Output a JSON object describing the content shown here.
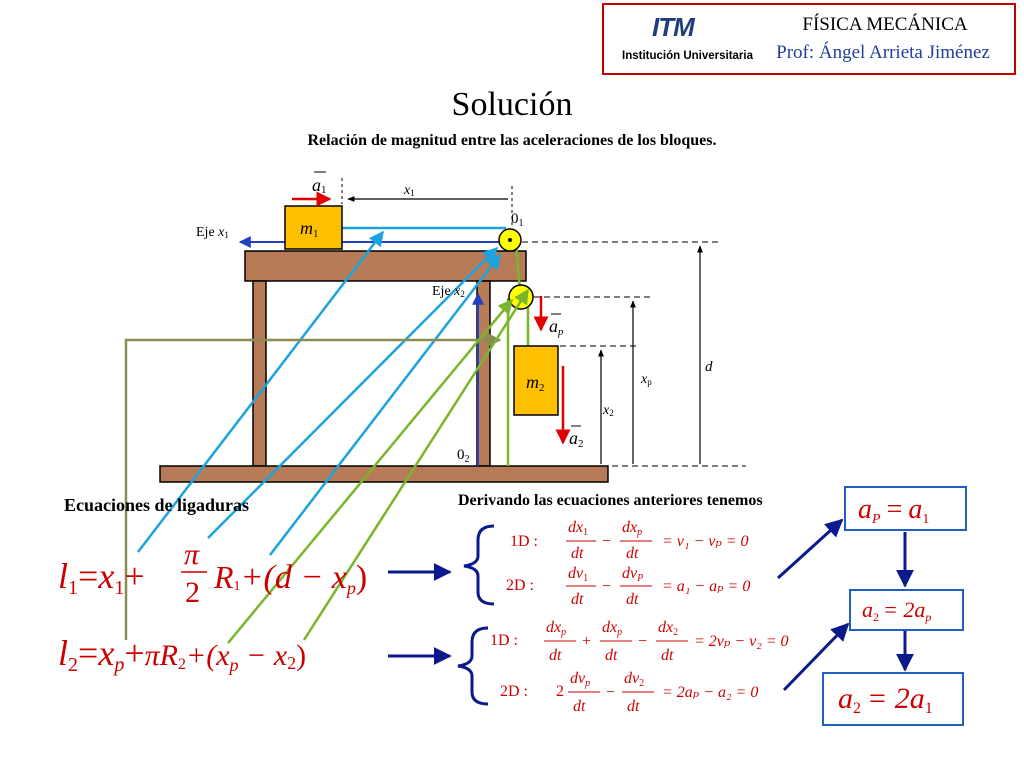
{
  "header": {
    "logo_mark": "ITM",
    "logo_text": "Institución Universitaria",
    "course": "FÍSICA MECÁNICA",
    "professor": "Prof: Ángel Arrieta Jiménez"
  },
  "title": "Solución",
  "subtitle": "Relación de magnitud entre las aceleraciones de los bloques.",
  "diagram": {
    "a1": "a",
    "a1_sub": "1",
    "x1": "x",
    "x1_sub": "1",
    "m1": "m",
    "m1_sub": "1",
    "o1": "0",
    "o1_sub": "1",
    "eje_x1": "Eje",
    "eje_x1_var": "x",
    "eje_x1_sub": "1",
    "eje_x2": "Eje",
    "eje_x2_var": "x",
    "eje_x2_sub": "2",
    "ap": "a",
    "ap_sub": "p",
    "m2": "m",
    "m2_sub": "2",
    "xp": "x",
    "xp_sub": "p",
    "x2": "x",
    "x2_sub": "2",
    "a2": "a",
    "a2_sub": "2",
    "d": "d",
    "o2": "0",
    "o2_sub": "2"
  },
  "ligaduras": {
    "title": "Ecuaciones de ligaduras",
    "eq1": {
      "l": "l",
      "l_sub": "1",
      "eq": "=",
      "x": "x",
      "x_sub": "1",
      "plus1": "+",
      "pi": "π",
      "two": "2",
      "R": "R",
      "R_sub": "1",
      "rest": "+(d − x",
      "p_sub": "p",
      "close": ")"
    },
    "eq2": {
      "l": "l",
      "l_sub": "2",
      "eq": "=",
      "x": "x",
      "x_sub": "p",
      "plus1": "+",
      "piR": "πR",
      "R_sub": "2",
      "rest": "+(x",
      "p_sub": "p",
      "minus": " − x",
      "x2_sub": "2",
      "close": ")"
    }
  },
  "derivadas": {
    "title": "Derivando las ecuaciones anteriores tenemos",
    "g1_1D": {
      "label": "1D :",
      "t1": "dx",
      "t1s": "1",
      "t2": "dx",
      "t2s": "p",
      "den": "dt",
      "minus": "−",
      "rhs": "= v₁ − vₚ = 0"
    },
    "g1_2D": {
      "label": "2D :",
      "t1": "dv",
      "t1s": "1",
      "t2": "dv",
      "t2s": "P",
      "den": "dt",
      "minus": "−",
      "rhs": "= a₁ − aₚ = 0"
    },
    "g2_1D": {
      "label": "1D :",
      "t1": "dx",
      "t1s": "p",
      "t2": "dx",
      "t2s": "p",
      "t3": "dx",
      "t3s": "2",
      "den": "dt",
      "plus": "+",
      "minus": "−",
      "rhs": "= 2vₚ − v₂ = 0"
    },
    "g2_2D": {
      "label": "2D :",
      "coef": "2",
      "t1": "dv",
      "t1s": "p",
      "t2": "dv",
      "t2s": "2",
      "den": "dt",
      "minus": "−",
      "rhs": "= 2aₚ − a₂ = 0"
    }
  },
  "results": {
    "r1": {
      "a": "a",
      "a_sub": "P",
      "eq": "=",
      "b": "a",
      "b_sub": "1"
    },
    "r2": {
      "a": "a",
      "a_sub": "2",
      "eq": "= 2a",
      "b_sub": "p"
    },
    "r3": {
      "a": "a",
      "a_sub": "2",
      "eq": "= 2a",
      "b_sub": "1"
    }
  },
  "colors": {
    "header_border": "#c00000",
    "wood": "#b87b58",
    "block": "#ffc000",
    "pulley": "#ffff00",
    "arrow_red": "#e00000",
    "line_blue": "#1aa3e0",
    "line_green": "#7ab52a",
    "line_olive": "#8c8c50",
    "navy": "#0a1a8c",
    "equation_red": "#cc0000"
  }
}
